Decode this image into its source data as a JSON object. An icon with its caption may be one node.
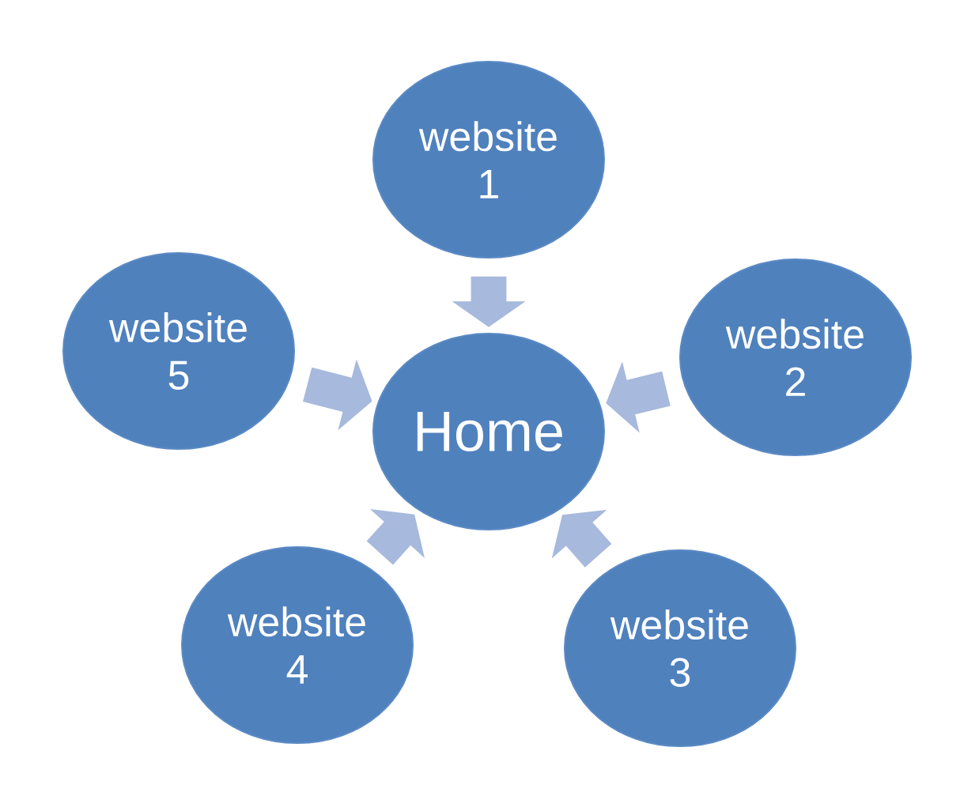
{
  "diagram": {
    "nodes": [
      {
        "text": [
          "website 1"
        ]
      },
      {
        "text": [
          "website 5"
        ]
      },
      {
        "text": [
          "Home"
        ]
      },
      {
        "text": [
          "website 2"
        ]
      },
      {
        "text": [
          "website 4"
        ]
      },
      {
        "text": [
          "website 3"
        ]
      }
    ],
    "edges": [
      {
        "from": 0,
        "to": 2,
        "arrow": "to"
      },
      {
        "from": 3,
        "to": 2,
        "arrow": "to"
      },
      {
        "from": 5,
        "to": 2,
        "arrow": "to"
      },
      {
        "from": 4,
        "to": 2,
        "arrow": "to"
      },
      {
        "from": 1,
        "to": 2,
        "arrow": "to"
      }
    ]
  }
}
